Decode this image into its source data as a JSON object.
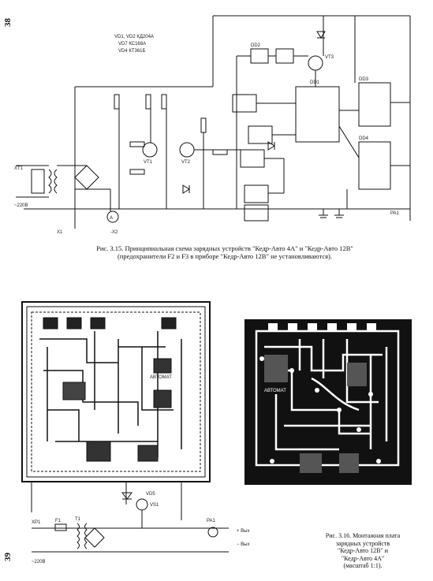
{
  "page_numbers": {
    "top": "38",
    "bottom": "39"
  },
  "figure_3_15": {
    "caption_line1": "Рис. 3.15. Принципиальная схема зарядных устройств \"Кедр-Авто 4А\" и \"Кедр-Авто 12В\"",
    "caption_line2": "(предохранители F2 и F3 в приборе \"Кедр-Авто 12В\" не установливаются)."
  },
  "figure_3_16": {
    "caption_line1": "Рис. 3.16. Монтажная плата",
    "caption_line2": "зарядных устройств",
    "caption_line3": "\"Кедр-Авто 12В\" и",
    "caption_line4": "\"Кедр-Авто 4А\"",
    "caption_line5": "(масштаб 1:1)."
  },
  "schematic_labels": {
    "vd_list_1": "VD1, VD2 КД204А",
    "vd_list_2": "VD7 КС168А",
    "vd_list_3": "VD4 КТ361Б",
    "xt1": "XT1",
    "x1": "X1",
    "rail_220": "~220В",
    "pa1": "PA1",
    "dd1": "DD1",
    "dd2": "DD2",
    "dd3": "DD3",
    "dd4": "DD4",
    "vt1": "VT1",
    "vt2": "VT2",
    "vt3": "VT3",
    "a_meter": "A",
    "minus_x2": "-X2"
  },
  "pcb_labels": {
    "avtomat_left": "АВТОМАТ",
    "avtomat_right": "АВТОМАТ",
    "xp1": "XP1",
    "f1": "F1",
    "t1": "T1",
    "vd5": "VD5",
    "vs1": "VS1",
    "pa1": "PA1",
    "plus_out": "+ Вых",
    "minus_out": "− Вых",
    "rail_220": "~220В"
  }
}
